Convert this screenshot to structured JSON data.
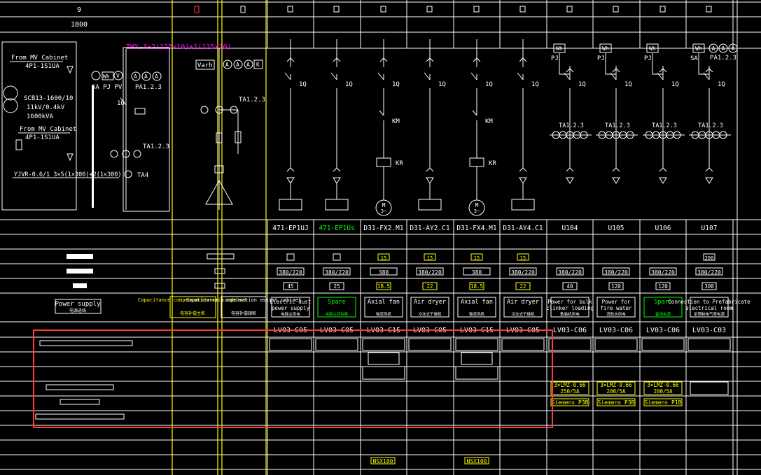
{
  "header": {
    "row1": [
      "9",
      "",
      "",
      "",
      "",
      "",
      "",
      "",
      "",
      "",
      "",
      "",
      "",
      "",
      ""
    ],
    "width_label": "1800"
  },
  "incoming": {
    "mv_from_top": "From MV Cabinet",
    "mv_from_top_id": "4P1-1S1UA",
    "transformer_line1": "SCB13-1600/10",
    "transformer_line2": "11kV/0.4kV",
    "transformer_line3": "1600kVA",
    "mv_from_bottom": "From MV Cabinet",
    "mv_from_bottom_id": "4P1-1S1UA",
    "cable": "YJVR-0.6/1 3×5(1×300)+2(1×300)",
    "ta4": "TA4",
    "meters": "SA PJ PV",
    "meter_wh": "Wh",
    "meter_v": "V",
    "amps": "A",
    "pa": "PA1.2.3",
    "ta123": "TA1.2.3",
    "q1": "1Q"
  },
  "busbar_label": "TMY-3×2(125×10)+1(125×10)",
  "compensation": {
    "varh": "Varh",
    "amps": [
      "A",
      "A",
      "A"
    ],
    "k": "K",
    "ta": "TA1.2.3"
  },
  "feeders": [
    {
      "code": "471-EP1UJ",
      "q": "1Q",
      "label": "Electric dust power supply",
      "cn": "电除尘供电",
      "tag1": "",
      "tag2": "380/220",
      "tag3": "45",
      "model": "LV03-C05"
    },
    {
      "code": "471-EP1Us",
      "q": "1Q",
      "label": "Spare",
      "cn": "电除尘控制柜",
      "tag1": "",
      "tag2": "380/220",
      "tag3": "25",
      "model": "LV03-C05"
    },
    {
      "code": "D31-FX2.M1",
      "q": "1Q",
      "label": "Axial fan",
      "cn": "轴流风机",
      "tag1": "15",
      "tag2": "380",
      "tag3": "18.5",
      "model": "LV03-C15"
    },
    {
      "code": "D31-AY2.C1",
      "q": "1Q",
      "label": "Air dryer",
      "cn": "冷冻式干燥机",
      "tag1": "15",
      "tag2": "380/220",
      "tag3": "22",
      "model": "LV03-C05"
    },
    {
      "code": "D31-FX4.M1",
      "q": "1Q",
      "label": "Axial fan",
      "cn": "轴流风机",
      "tag1": "15",
      "tag2": "380",
      "tag3": "18.5",
      "model": "LV03-C15"
    },
    {
      "code": "D31-AY4.C1",
      "q": "1Q",
      "label": "Air dryer",
      "cn": "冷冻式干燥机",
      "tag1": "15",
      "tag2": "380/220",
      "tag3": "22",
      "model": "LV03-C05"
    },
    {
      "code": "U104",
      "q": "1Q",
      "label": "Power for bulk clinker loading",
      "cn": "散装机供电",
      "tag1": "",
      "tag2": "380/220",
      "tag3": "40",
      "model": "LV03-C06",
      "ta": "TA1.2.3",
      "meter": "PJ",
      "ct": "3×LMZ-0.66",
      "ratio": "250/5A",
      "brand": "Siemens P3B"
    },
    {
      "code": "U105",
      "q": "1Q",
      "label": "Power for fire water",
      "cn": "消防水供电",
      "tag1": "",
      "tag2": "380/220",
      "tag3": "120",
      "model": "LV03-C06",
      "ta": "TA1.2.3",
      "meter": "PJ",
      "ct": "3×LMZ-0.66",
      "ratio": "200/5A",
      "brand": "Siemens P3B"
    },
    {
      "code": "U106",
      "q": "1Q",
      "label": "Spare",
      "cn": "备用电源",
      "tag1": "",
      "tag2": "380/220",
      "tag3": "120",
      "model": "LV03-C06",
      "ta": "TA1.2.3",
      "meter": "PJ",
      "ct": "3×LMZ-0.66",
      "ratio": "200/5A",
      "brand": "Siemens P1B"
    },
    {
      "code": "U107",
      "q": "1Q",
      "label": "Connection to Prefabricate electrical room",
      "cn": "至预制电气室电源",
      "tag1": "200",
      "tag2": "380/220",
      "tag3": "300",
      "model": "LV03-C03",
      "ta": "TA1.2.3",
      "meter": "SA",
      "pa": "PA1.2.3"
    }
  ],
  "left_labels": {
    "power_supply": "Power supply",
    "power_supply_cn": "电源进线",
    "cap_main": "Capacitance compensation main cabinet",
    "cap_main_cn": "电容补偿主柜",
    "cap_assist": "Capacitance compensation assist cabinet",
    "cap_assist_cn": "电容补偿辅柜"
  },
  "feeder_symbols": {
    "km": "KM",
    "kr": "KR",
    "motor": "M",
    "motor_phase": "3~"
  },
  "bottom_tags": [
    "NSX100",
    "NSX100"
  ],
  "colors": {
    "bg": "#000000",
    "line": "#ffffff",
    "yellow": "#ffff00",
    "magenta": "#ff00ff",
    "green": "#00ff00",
    "red": "#ff3b3b",
    "dim": "#c8c8c8"
  }
}
